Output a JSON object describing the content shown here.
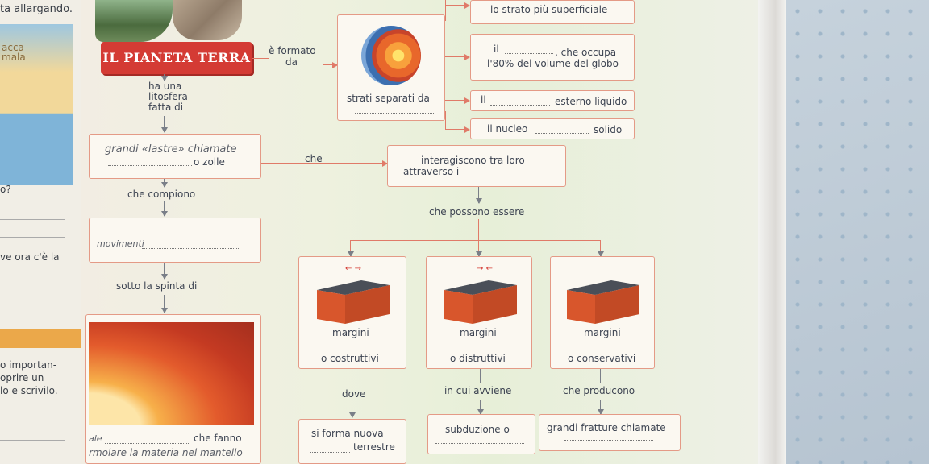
{
  "left_page": {
    "lines": [
      "ta allargando.",
      "acca",
      "mala",
      "o?",
      "ve ora c'è la",
      "o importan-",
      "oprire un",
      "lo e scrivilo."
    ]
  },
  "title": "IL PIANETA TERRA",
  "labels": {
    "e_formato": "è formato",
    "da": "da",
    "ha_una": "ha una",
    "litosfera": "litosfera",
    "fatta_di": "fatta di",
    "strati_separati": "strati separati da",
    "che": "che",
    "che_compiono": "che compiono",
    "che_possono": "che possono essere",
    "sotto_spinta": "sotto la spinta di",
    "dove": "dove",
    "in_cui": "in cui avviene",
    "che_producono": "che producono"
  },
  "boxes": {
    "strato": "lo strato più superficiale",
    "il": "il",
    "che_occupa": ", che occupa",
    "ottanta": "l'80% del volume del globo",
    "il_esterno": "il",
    "esterno_liquido": "esterno liquido",
    "nucleo": "il nucleo",
    "solido": "solido",
    "grandi": "grandi «lastre» chiamate",
    "o_zolle": "o zolle",
    "interagiscono": "interagiscono tra loro",
    "attraverso": "attraverso i",
    "movimenti": "movimenti",
    "che_fanno": "che fanno",
    "ale": "ale",
    "mantello": "rmolare la materia nel mantello",
    "si_forma": "si forma nuova",
    "terrestre": "terrestre",
    "subduzione": "subduzione o",
    "fratture": "grandi fratture chiamate"
  },
  "margins": [
    {
      "label": "margini",
      "type": "o costruttivi"
    },
    {
      "label": "margini",
      "type": "o distruttivi"
    },
    {
      "label": "margini",
      "type": "o conservativi"
    }
  ],
  "colors": {
    "accent": "#d43b34",
    "box_border": "#e49a86",
    "arrow": "#e07a68"
  }
}
